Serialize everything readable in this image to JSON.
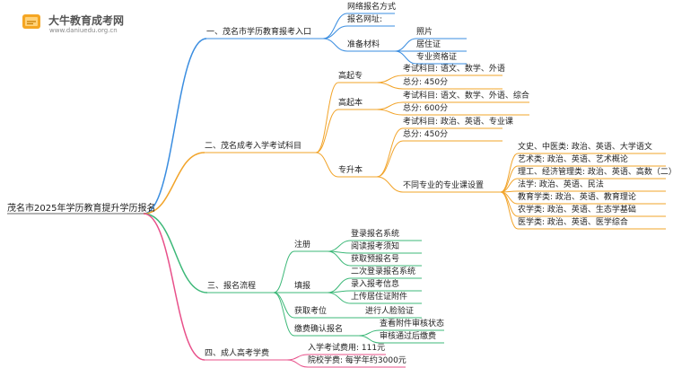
{
  "brand": {
    "name": "大牛教育成考网",
    "url": "www.daniuedu.org.cn"
  },
  "colors": {
    "blue": "#3a8de0",
    "orange": "#f2a42a",
    "green": "#3cb878",
    "pink": "#e8508a",
    "root": "#666666"
  },
  "root": "茂名市2025年学历教育提升学历报名",
  "branches": [
    {
      "label": "一、茂名市学历教育报考入口",
      "children": [
        {
          "label": "网络报名方式"
        },
        {
          "label": "报名网址:"
        },
        {
          "label": "准备材料",
          "children": [
            {
              "label": "照片"
            },
            {
              "label": "居住证"
            },
            {
              "label": "专业资格证"
            }
          ]
        }
      ]
    },
    {
      "label": "二、茂名成考入学考试科目",
      "children": [
        {
          "label": "高起专",
          "children": [
            {
              "label": "考试科目: 语文、数学、外语"
            },
            {
              "label": "总分: 450分"
            }
          ]
        },
        {
          "label": "高起本",
          "children": [
            {
              "label": "考试科目: 语文、数学、外语、综合"
            },
            {
              "label": "总分: 600分"
            }
          ]
        },
        {
          "label": "专升本",
          "children": [
            {
              "label": "考试科目: 政治、英语、专业课"
            },
            {
              "label": "总分: 450分"
            },
            {
              "label": "不同专业的专业课设置",
              "children": [
                {
                  "label": "文史、中医类: 政治、英语、大学语文"
                },
                {
                  "label": "艺术类: 政治、英语、艺术概论"
                },
                {
                  "label": "理工、经济管理类: 政治、英语、高数（二）"
                },
                {
                  "label": "法学: 政治、英语、民法"
                },
                {
                  "label": "教育学类: 政治、英语、教育理论"
                },
                {
                  "label": "农学类: 政治、英语、生态学基础"
                },
                {
                  "label": "医学类: 政治、英语、医学综合"
                }
              ]
            }
          ]
        }
      ]
    },
    {
      "label": "三、报名流程",
      "children": [
        {
          "label": "注册",
          "children": [
            {
              "label": "登录报名系统"
            },
            {
              "label": "阅读报考须知"
            },
            {
              "label": "获取预报名号"
            }
          ]
        },
        {
          "label": "填报",
          "children": [
            {
              "label": "二次登录报名系统"
            },
            {
              "label": "录入报考信息"
            },
            {
              "label": "上传居住证附件"
            }
          ]
        },
        {
          "label": "获取考位",
          "children": [
            {
              "label": "进行人脸验证"
            }
          ]
        },
        {
          "label": "缴费确认报名",
          "children": [
            {
              "label": "查看附件审核状态"
            },
            {
              "label": "审核通过后缴费"
            }
          ]
        }
      ]
    },
    {
      "label": "四、成人高考学费",
      "children": [
        {
          "label": "入学考试费用: 111元"
        },
        {
          "label": "院校学费: 每学年约3000元"
        }
      ]
    }
  ]
}
